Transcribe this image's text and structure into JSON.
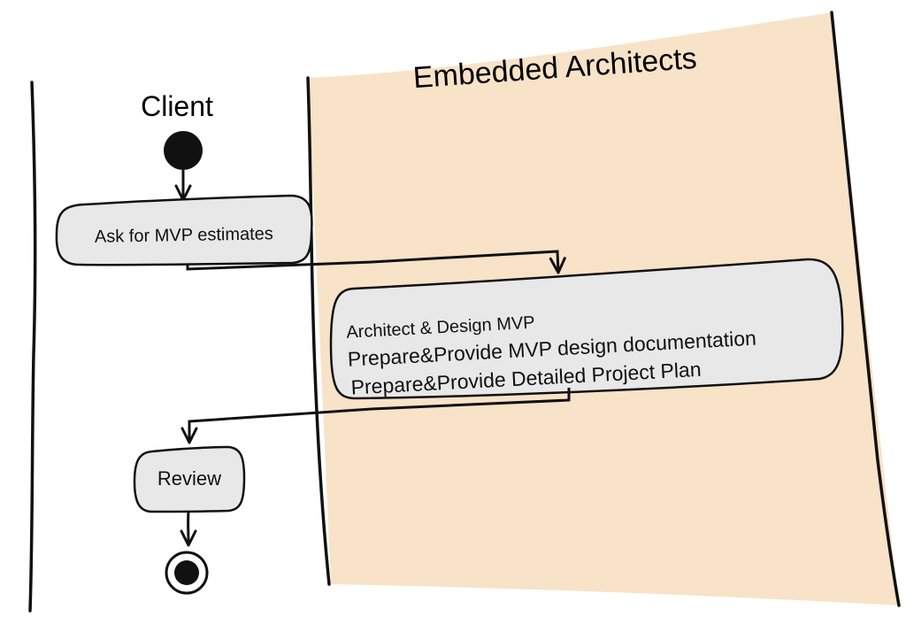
{
  "swimlanes": {
    "client": {
      "title": "Client"
    },
    "embedded_architects": {
      "title": "Embedded Architects",
      "fill_color": "#f8e3c8"
    }
  },
  "activities": {
    "ask_estimates": {
      "label": "Ask for MVP estimates"
    },
    "architect_design": {
      "lines": [
        "Architect & Design MVP",
        "Prepare&Provide MVP design documentation",
        "Prepare&Provide Detailed Project Plan"
      ]
    },
    "review": {
      "label": "Review"
    }
  },
  "colors": {
    "activity_fill": "#e8e8e8",
    "line": "#111111"
  }
}
